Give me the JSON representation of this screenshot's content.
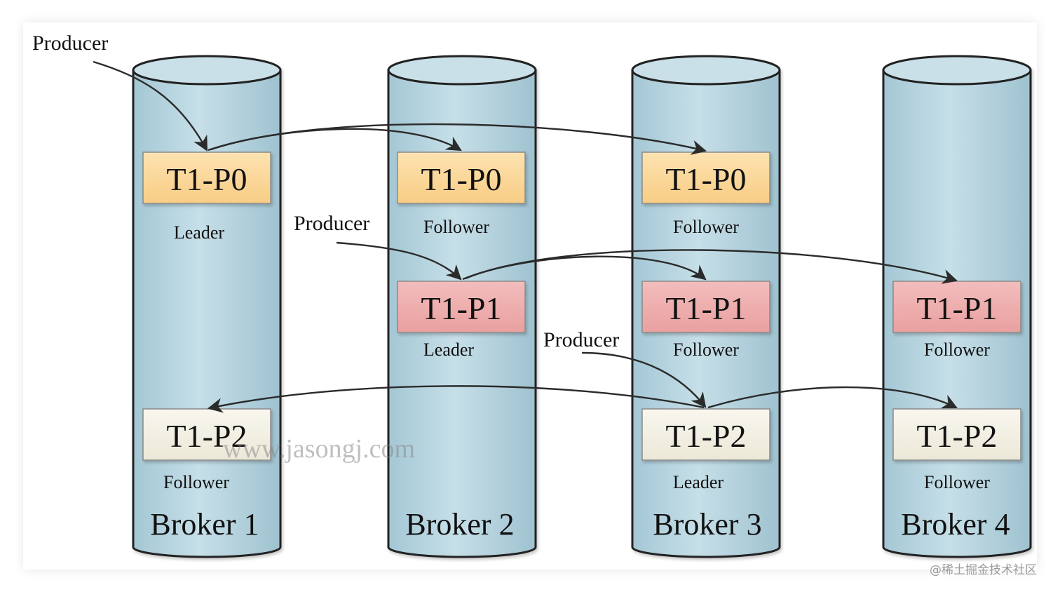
{
  "producer_label": "Producer",
  "role_leader": "Leader",
  "role_follower": "Follower",
  "partitions": {
    "p0": "T1-P0",
    "p1": "T1-P1",
    "p2": "T1-P2"
  },
  "brokers": [
    "Broker 1",
    "Broker 2",
    "Broker 3",
    "Broker 4"
  ],
  "watermark": "www.jasongj.com",
  "site_watermark": "@稀土掘金技术社区",
  "colors": {
    "cylinder_fill": "#b7d5e0",
    "cylinder_stroke": "#222222",
    "p0_fill": "#fbd79a",
    "p1_fill": "#eeadad",
    "p2_fill": "#f3f0e4",
    "box_stroke": "#8a8a8a",
    "arrow": "#2b2b2b"
  }
}
